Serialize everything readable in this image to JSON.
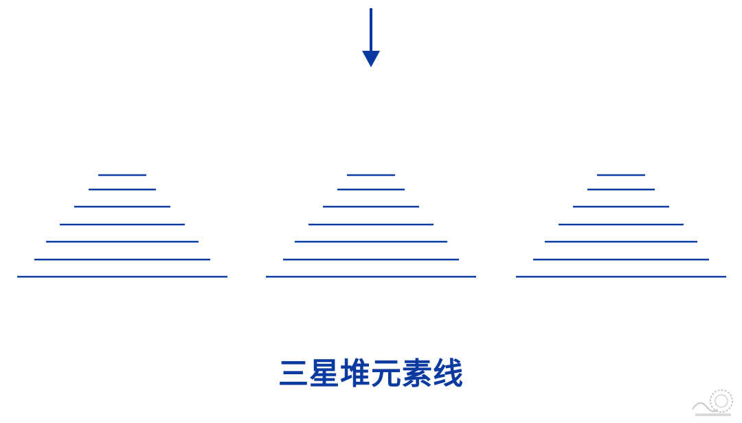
{
  "caption": "三星堆元素线",
  "colors": {
    "primary": "#0a3aa0",
    "background": "#ffffff"
  },
  "arrow": {
    "direction": "down"
  },
  "pyramids": [
    {
      "line_count": 7
    },
    {
      "line_count": 7
    },
    {
      "line_count": 7
    }
  ],
  "watermark": {
    "icon": "archdaily-watermark-icon"
  }
}
